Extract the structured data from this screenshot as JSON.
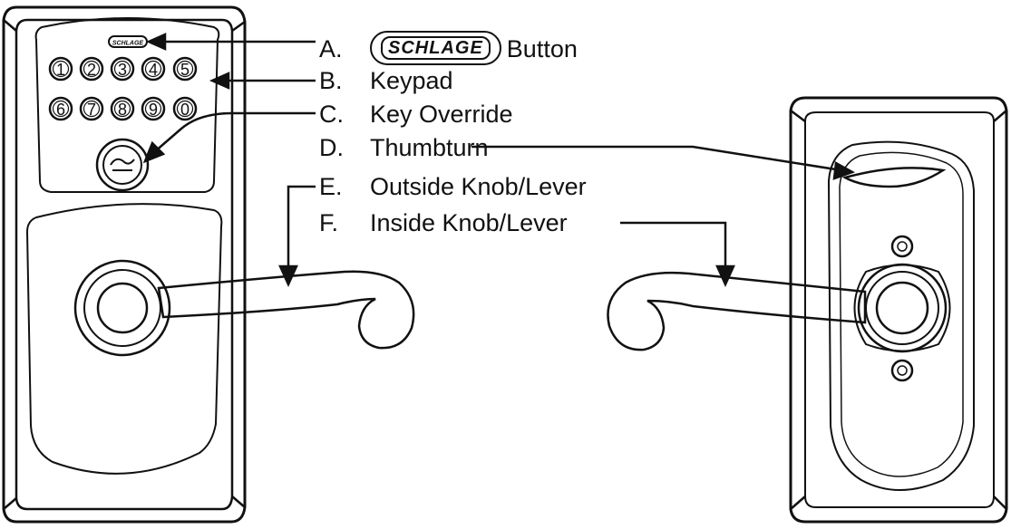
{
  "legend": [
    {
      "letter": "A.",
      "badge": "SCHLAGE",
      "label": "Button"
    },
    {
      "letter": "B.",
      "label": "Keypad"
    },
    {
      "letter": "C.",
      "label": "Key Override"
    },
    {
      "letter": "D.",
      "label": "Thumbturn"
    },
    {
      "letter": "E.",
      "label": "Outside Knob/Lever"
    },
    {
      "letter": "F.",
      "label": "Inside Knob/Lever"
    }
  ],
  "keypad": {
    "brand_button": "SCHLAGE",
    "row1": [
      "1",
      "2",
      "3",
      "4",
      "5"
    ],
    "row2": [
      "6",
      "7",
      "8",
      "9",
      "0"
    ]
  }
}
